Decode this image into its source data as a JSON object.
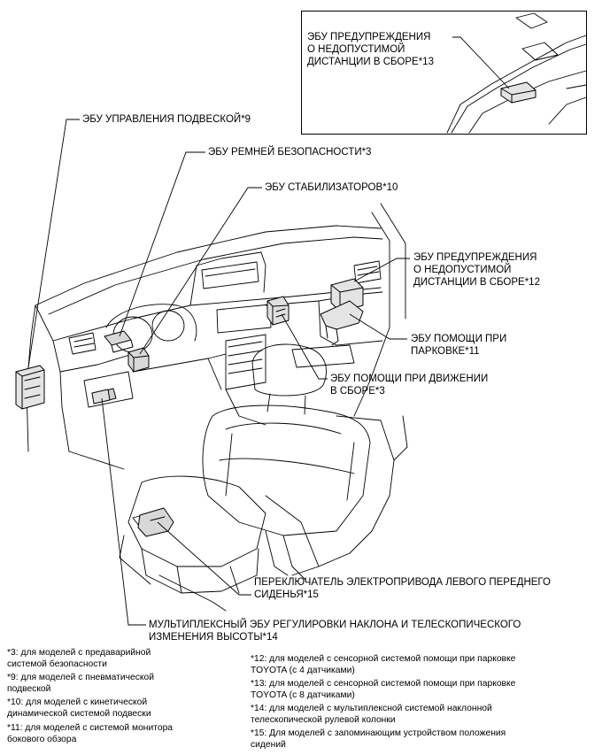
{
  "labels": {
    "inset_ecu_13": "ЭБУ ПРЕДУПРЕЖДЕНИЯ\nО НЕДОПУСТИМОЙ\nДИСТАНЦИИ В СБОРЕ*13",
    "suspension_ecu": "ЭБУ УПРАВЛЕНИЯ ПОДВЕСКОЙ*9",
    "seatbelt_ecu": "ЭБУ РЕМНЕЙ БЕЗОПАСНОСТИ*3",
    "stabilizer_ecu": "ЭБУ СТАБИЛИЗАТОРОВ*10",
    "distance_ecu_12": "ЭБУ ПРЕДУПРЕЖДЕНИЯ\nО НЕДОПУСТИМОЙ\nДИСТАНЦИИ В СБОРЕ*12",
    "parking_ecu": "ЭБУ ПОМОЩИ ПРИ\nПАРКОВКЕ*11",
    "driving_ecu": "ЭБУ ПОМОЩИ ПРИ ДВИЖЕНИИ\nВ СБОРЕ*3",
    "seat_switch": "ПЕРЕКЛЮЧАТЕЛЬ ЭЛЕКТРОПРИВОДА ЛЕВОГО ПЕРЕДНЕГО\nСИДЕНЬЯ*15",
    "tilt_tele_ecu": "МУЛЬТИПЛЕКСНЫЙ ЭБУ РЕГУЛИРОВКИ НАКЛОНА И ТЕЛЕСКОПИЧЕСКОГО\nИЗМЕНЕНИЯ ВЫСОТЫ*14"
  },
  "footnotes_left": [
    "*3: для моделей с предаварийной\nсистемой безопасности",
    "*9: для моделей с пневматической\nподвеской",
    "*10: для моделей с кинетической\nдинамической системой подвески",
    "*11: для моделей с системой монитора\nбокового обзора"
  ],
  "footnotes_right": [
    "*12: для моделей с сенсорной системой помощи при парковке\nTOYOTA (с 4 датчиками)",
    "*13: для моделей с сенсорной системой помощи при парковке\nTOYOTA (с 8 датчиками)",
    "*14: для моделей с мультиплексной системой наклонной\nтелескопической рулевой колонки",
    "*15: Для моделей с запоминающим устройством положения\nсидений"
  ]
}
